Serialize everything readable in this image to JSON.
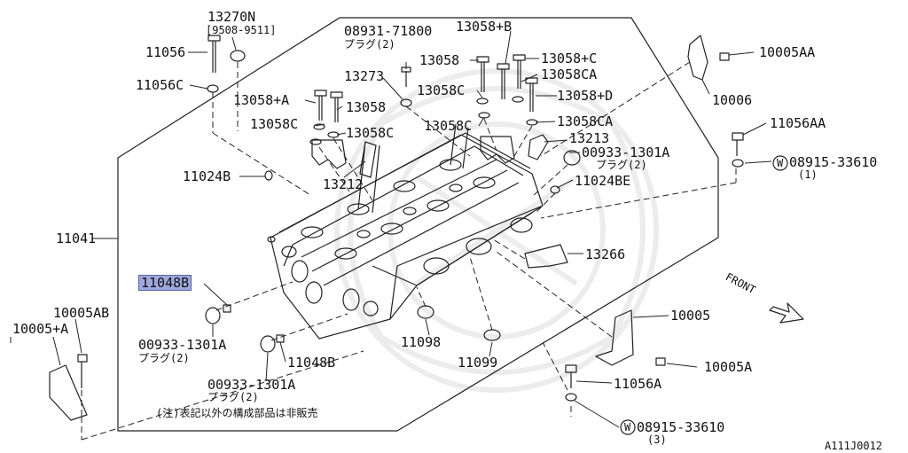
{
  "labels": {
    "p13270N": "13270N",
    "p9508": "[9508-9511]",
    "p11056": "11056",
    "p11056C": "11056C",
    "p08931": "08931-71800",
    "p08931plug": "プラグ(2)",
    "p13058B": "13058+B",
    "p13058": "13058",
    "p13058C_top": "13058+C",
    "p13058CA_top": "13058CA",
    "p13273": "13273",
    "p13058C_mid": "13058C",
    "p13058D": "13058+D",
    "p13058A": "13058+A",
    "p13058_left": "13058",
    "p13058C_left": "13058C",
    "p13058C_left2": "13058C",
    "p13058C_center": "13058C",
    "p13058CA_right": "13058CA",
    "p13213": "13213",
    "p10005AA": "10005AA",
    "p10006": "10006",
    "p11056AA": "11056AA",
    "p08915_top": "08915-33610",
    "p08915_top_qty": "(1)",
    "p00933_right": "00933-1301A",
    "p00933_right_plug": "プラグ(2)",
    "p11024BE": "11024BE",
    "p11024B": "11024B",
    "p13212": "13212",
    "p11041": "11041",
    "p13266": "13266",
    "p11048B_hl": "11048B",
    "p10005AB": "10005AB",
    "p10005A_left": "10005+A",
    "p00933_left": "00933-1301A",
    "p00933_left_plug": "プラグ(2)",
    "p11098": "11098",
    "p11048B": "11048B",
    "p00933_bottom": "00933-1301A",
    "p00933_bottom_plug": "プラグ(2)",
    "p11099": "11099",
    "p10005": "10005",
    "p10005A": "10005A",
    "p11056A": "11056A",
    "p08915_bottom": "08915-33610",
    "p08915_bottom_qty": "(3)",
    "front": "FRONT",
    "note": "(注)表記以外の構成部品は非販売",
    "diagram_code": "A111J0012",
    "washer_symbol": "W"
  },
  "colors": {
    "line": "#222222",
    "highlight": "#9fa8de",
    "watermark": "#ececec"
  }
}
